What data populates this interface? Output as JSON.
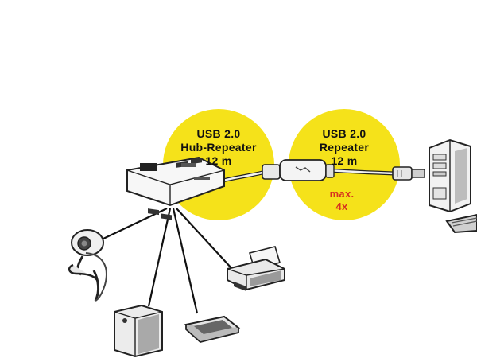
{
  "colors": {
    "circle_fill": "#f5e21a",
    "text_dark": "#111111",
    "text_accent": "#d6311f",
    "line": "#111111"
  },
  "hub_repeater": {
    "line1": "USB 2.0",
    "line2": "Hub-Repeater",
    "line3": "12 m"
  },
  "repeater": {
    "line1": "USB 2.0",
    "line2": "Repeater",
    "line3": "12 m",
    "max_line1": "max.",
    "max_line2": "4x"
  },
  "devices": {
    "hub": "usb-hub-icon",
    "repeater_cable": "usb-repeater-cable-icon",
    "computer": "pc-tower-icon",
    "keyboard": "keyboard-icon",
    "webcam": "webcam-icon",
    "external_drive": "external-drive-icon",
    "scanner": "scanner-icon",
    "printer": "printer-icon"
  }
}
